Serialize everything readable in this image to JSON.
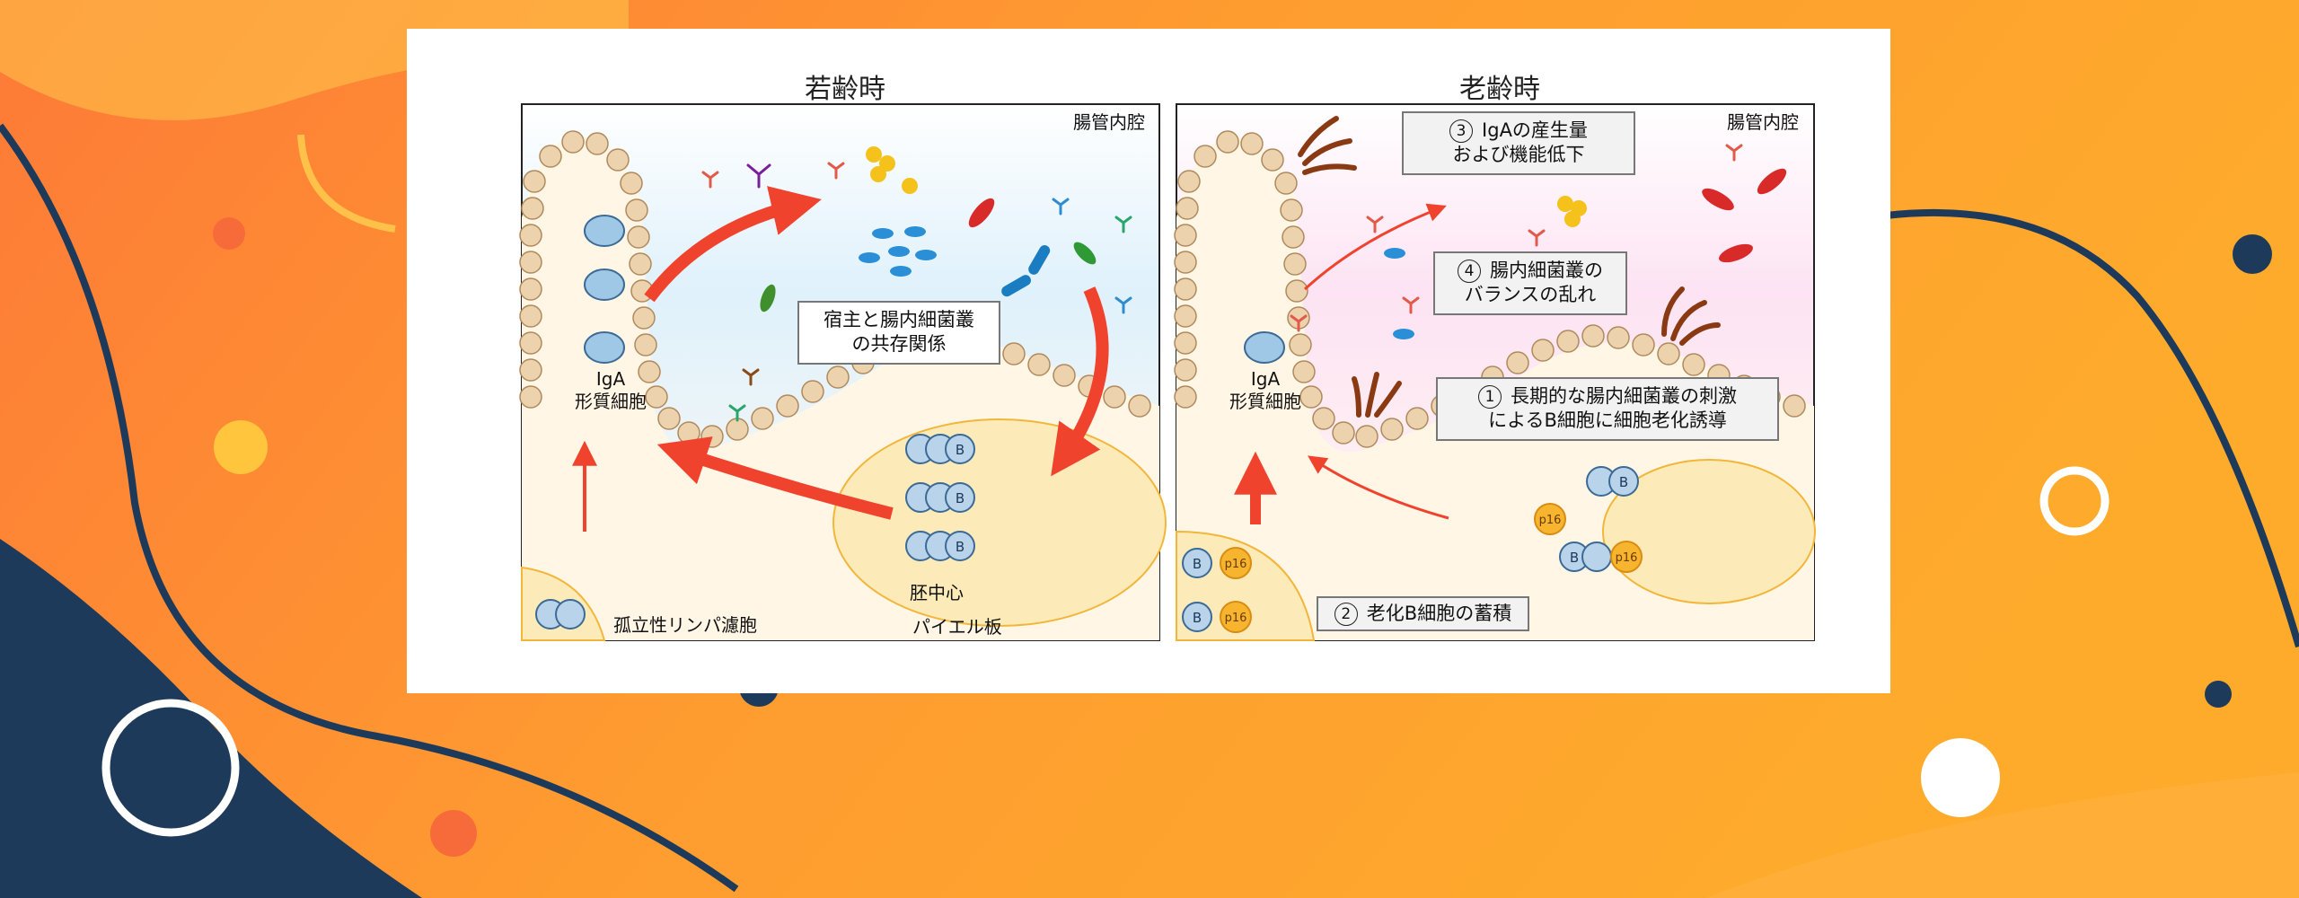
{
  "colors": {
    "bg_orange": "#fd9a2f",
    "bg_navy": "#1e3a5a",
    "arrow_red": "#f0432e",
    "cell_tan": "#ecd3ad",
    "follicle_yellow": "#fcebb8"
  },
  "young": {
    "title": "若齢時",
    "lumen_label": "腸管内腔",
    "iga_label_1": "IgA",
    "iga_label_2": "形質細胞",
    "symbiosis_line1": "宿主と腸内細菌叢",
    "symbiosis_line2": "の共存関係",
    "germinal_center": "胚中心",
    "peyer_patch": "パイエル板",
    "isolated_follicle": "孤立性リンパ濾胞"
  },
  "old": {
    "title": "老齢時",
    "lumen_label": "腸管内腔",
    "iga_label_1": "IgA",
    "iga_label_2": "形質細胞",
    "step1": {
      "num": "1",
      "line1": "長期的な腸内細菌叢の刺激",
      "line2": "によるB細胞に細胞老化誘導"
    },
    "step2": {
      "num": "2",
      "line1": "老化B細胞の蓄積"
    },
    "step3": {
      "num": "3",
      "line1": "IgAの産生量",
      "line2": "および機能低下"
    },
    "step4": {
      "num": "4",
      "line1": "腸内細菌叢の",
      "line2": "バランスの乱れ"
    }
  },
  "cell_marks": {
    "b_cell": "B",
    "p16": "p16"
  }
}
